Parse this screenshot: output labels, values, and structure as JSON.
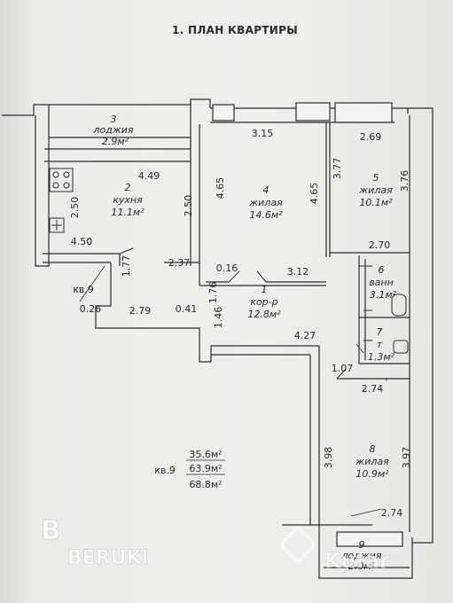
{
  "title": "1. ПЛАН КВАРТИРЫ",
  "rooms": {
    "loggia3": {
      "num": "3",
      "name": "лоджия",
      "area": "2.9м²"
    },
    "kitchen": {
      "num": "2",
      "name": "кухня",
      "area": "11.1м²"
    },
    "room4": {
      "num": "4",
      "name": "жилая",
      "area": "14.6м²"
    },
    "room5": {
      "num": "5",
      "name": "жилая",
      "area": "10.1м²"
    },
    "bath": {
      "num": "6",
      "name": "ванн",
      "area": "3.1м²"
    },
    "wc": {
      "num": "7",
      "name": "т",
      "area": "1.3м²"
    },
    "corridor": {
      "num": "1",
      "name": "кор-р",
      "area": "12.8м²"
    },
    "room8": {
      "num": "8",
      "name": "жилая",
      "area": "10.9м²"
    },
    "loggia9": {
      "num": "9",
      "name": "лоджия",
      "area": "2.0м²"
    }
  },
  "dimensions": {
    "d315": "3.15",
    "d269": "2.69",
    "d449": "4.49",
    "d465a": "4.65",
    "d465b": "4.65",
    "d377": "3.77",
    "d376": "3.76",
    "d250a": "2.50",
    "d250b": "2.50",
    "d450": "4.50",
    "d237": "2.37",
    "d270": "2.70",
    "d177": "1.77",
    "d176": "1.76",
    "d016": "0.16",
    "d312": "3.12",
    "d026": "0.26",
    "d279": "2.79",
    "d041": "0.41",
    "d146": "1.46",
    "d427": "4.27",
    "d107": "1.07",
    "d274a": "2.74",
    "d398": "3.98",
    "d397": "3.97",
    "d274b": "2.74"
  },
  "neighbor": "кв.9",
  "summary": {
    "label": "кв.9",
    "living": "35.6м²",
    "total": "63.9м²",
    "overall": "68.8м²"
  },
  "watermarks": {
    "beruki": "BERUKI",
    "kufar": "Kufar"
  }
}
